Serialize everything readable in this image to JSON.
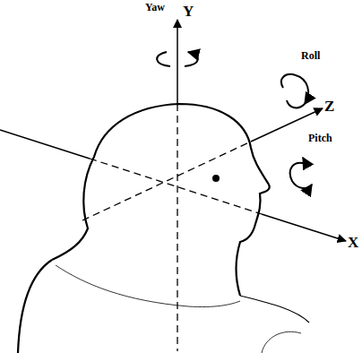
{
  "diagram": {
    "labels": [
      "Yaw",
      "Y",
      "Roll",
      "Z",
      "Pitch",
      "X"
    ]
  }
}
